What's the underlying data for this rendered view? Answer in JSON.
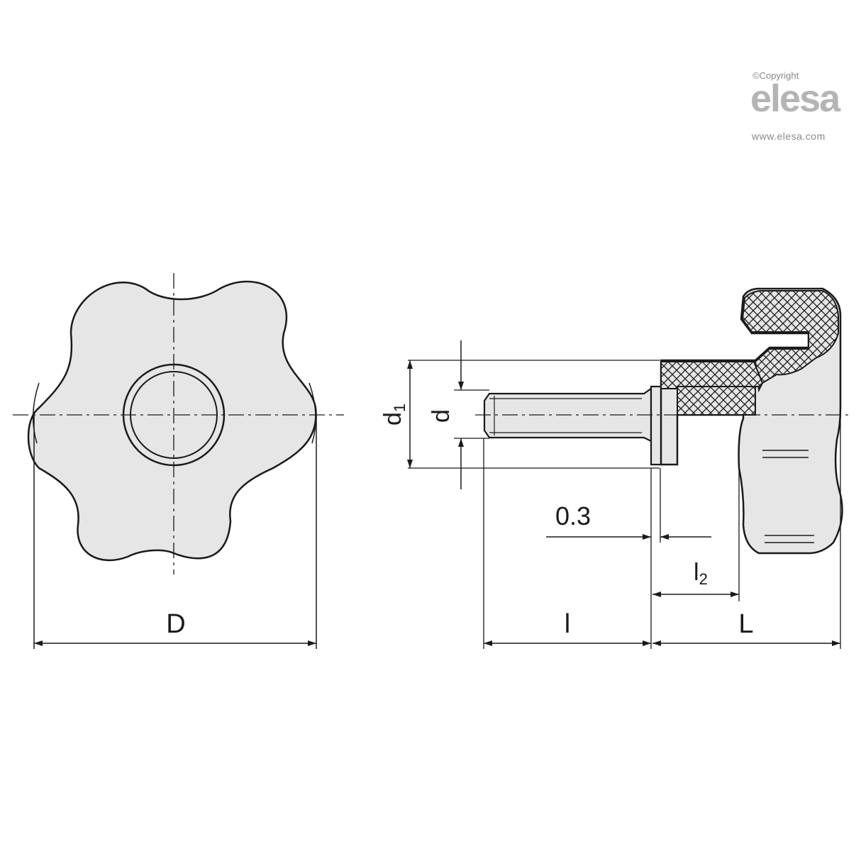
{
  "watermark": {
    "copyright": "©Copyright",
    "brand": "elesa",
    "url": "www.elesa.com"
  },
  "dimensions": {
    "D": "D",
    "d1": "d",
    "d1_sub": "1",
    "d": "d",
    "gap": "0.3",
    "l": "l",
    "l2": "l",
    "l2_sub": "2",
    "L": "L"
  },
  "colors": {
    "part_fill": "#e6e6e6",
    "line": "#1a1a1a",
    "watermark": "#b4b4b4"
  }
}
